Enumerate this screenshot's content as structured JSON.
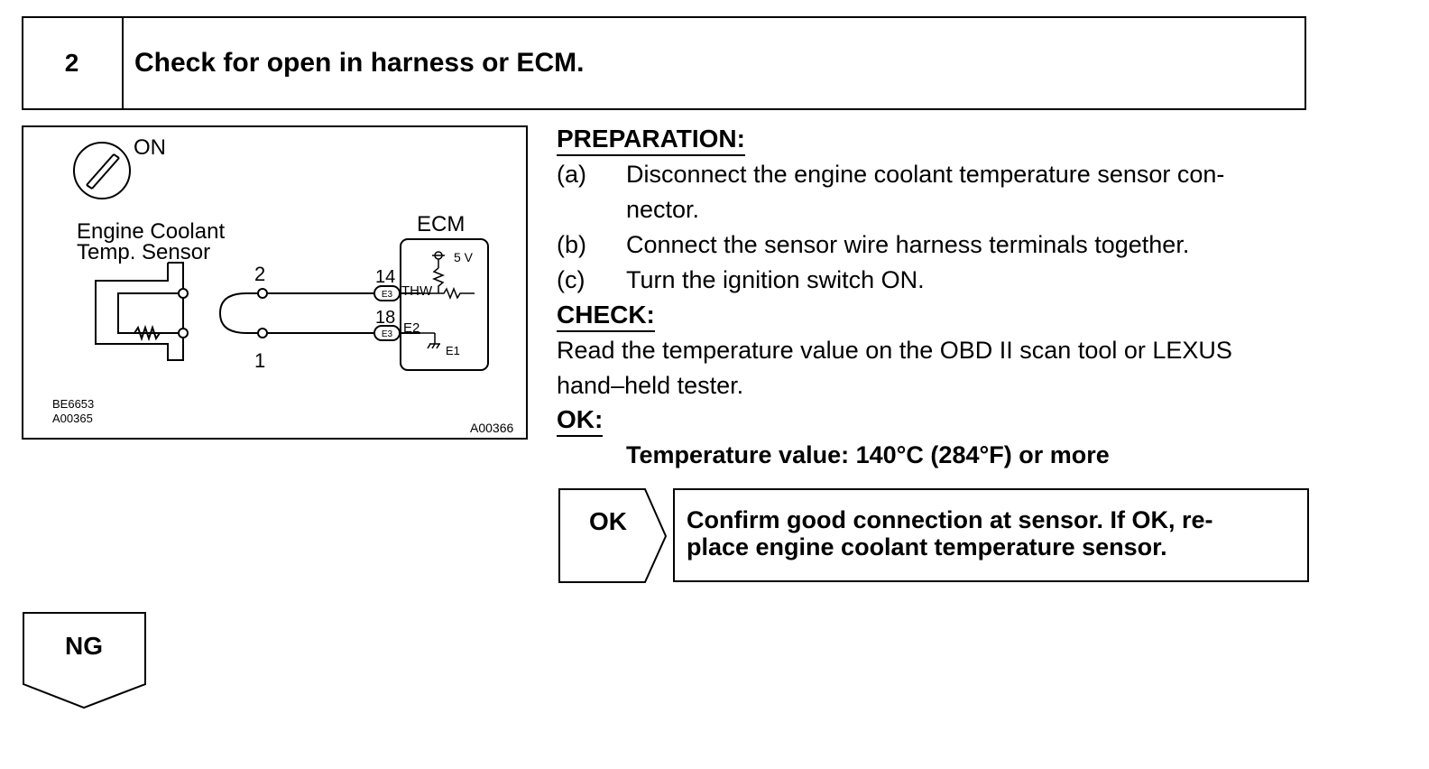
{
  "step": {
    "number": "2",
    "title": "Check for open in harness or ECM."
  },
  "figure": {
    "switch_label": "ON",
    "sensor_label_line1": "Engine Coolant",
    "sensor_label_line2": "Temp. Sensor",
    "ecm_label": "ECM",
    "voltage_label": "5 V",
    "wire_top_label": "2",
    "wire_bottom_label": "1",
    "pin_top": "14",
    "pin_bottom": "18",
    "connector_top": "E3",
    "connector_bottom": "E3",
    "terminal_thw": "THW",
    "terminal_e2": "E2",
    "terminal_e1": "E1",
    "code_left_1": "BE6653",
    "code_left_2": "A00365",
    "code_right": "A00366"
  },
  "preparation": {
    "heading": "PREPARATION:",
    "items": [
      {
        "letter": "(a)",
        "line1": "Disconnect the engine coolant temperature sensor con-",
        "line2": "nector."
      },
      {
        "letter": "(b)",
        "line1": "Connect the sensor wire harness terminals together."
      },
      {
        "letter": "(c)",
        "line1": "Turn the ignition switch ON."
      }
    ]
  },
  "check": {
    "heading": "CHECK:",
    "line1": "Read the temperature value on the OBD II scan tool or LEXUS",
    "line2": "hand–held tester."
  },
  "ok_spec": {
    "heading": "OK:",
    "value": "Temperature value: 140°C (284°F) or more"
  },
  "ok_result": {
    "label": "OK",
    "line1": "Confirm good connection at sensor. If OK, re-",
    "line2": "place engine coolant temperature sensor."
  },
  "ng_result": {
    "label": "NG"
  }
}
